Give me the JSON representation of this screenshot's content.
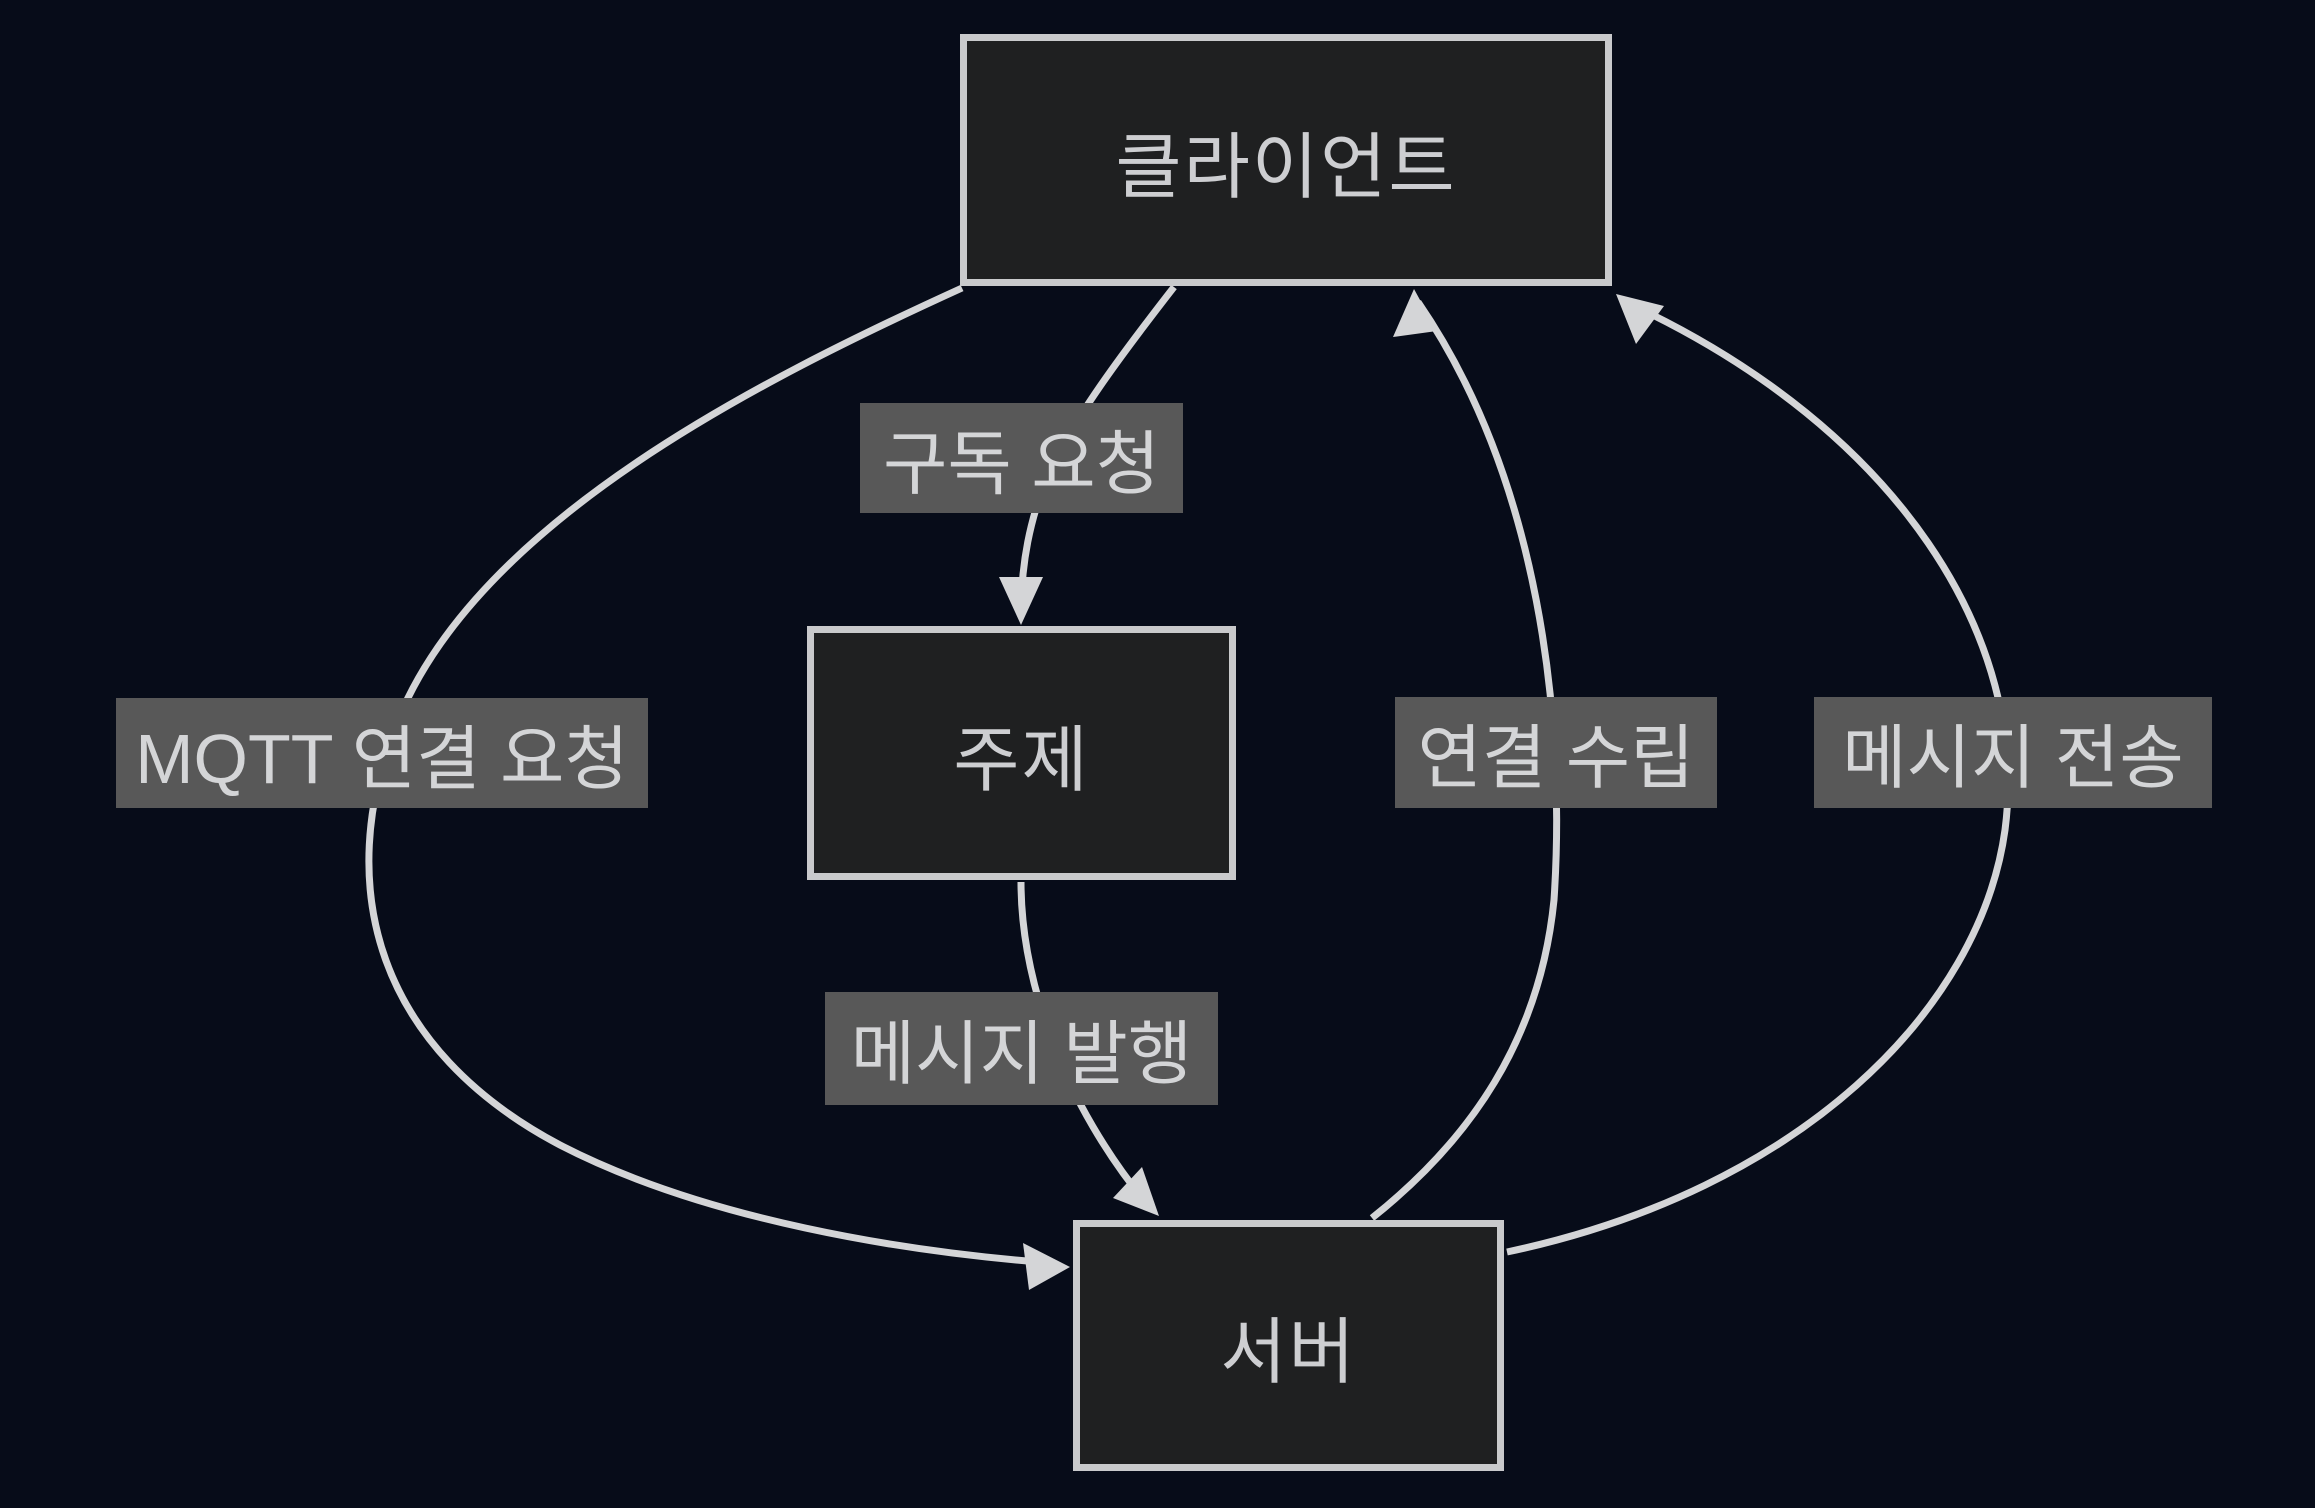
{
  "diagram": {
    "type": "flowchart",
    "nodes": [
      {
        "id": "client",
        "label": "클라이언트"
      },
      {
        "id": "topic",
        "label": "주제"
      },
      {
        "id": "server",
        "label": "서버"
      }
    ],
    "edges": [
      {
        "from": "client",
        "to": "topic",
        "label": "구독 요청"
      },
      {
        "from": "client",
        "to": "server",
        "label": "MQTT 연결 요청"
      },
      {
        "from": "topic",
        "to": "server",
        "label": "메시지 발행"
      },
      {
        "from": "server",
        "to": "client",
        "label": "연결 수립"
      },
      {
        "from": "server",
        "to": "client",
        "label": "메시지 전송"
      }
    ],
    "colors": {
      "background": "#070c19",
      "node_fill": "#1f2021",
      "node_border": "#c9cacc",
      "node_text": "#cdced1",
      "edge_line": "#d4d5d7",
      "edge_label_background": "#585858",
      "edge_label_text": "#d4d5d7"
    }
  }
}
